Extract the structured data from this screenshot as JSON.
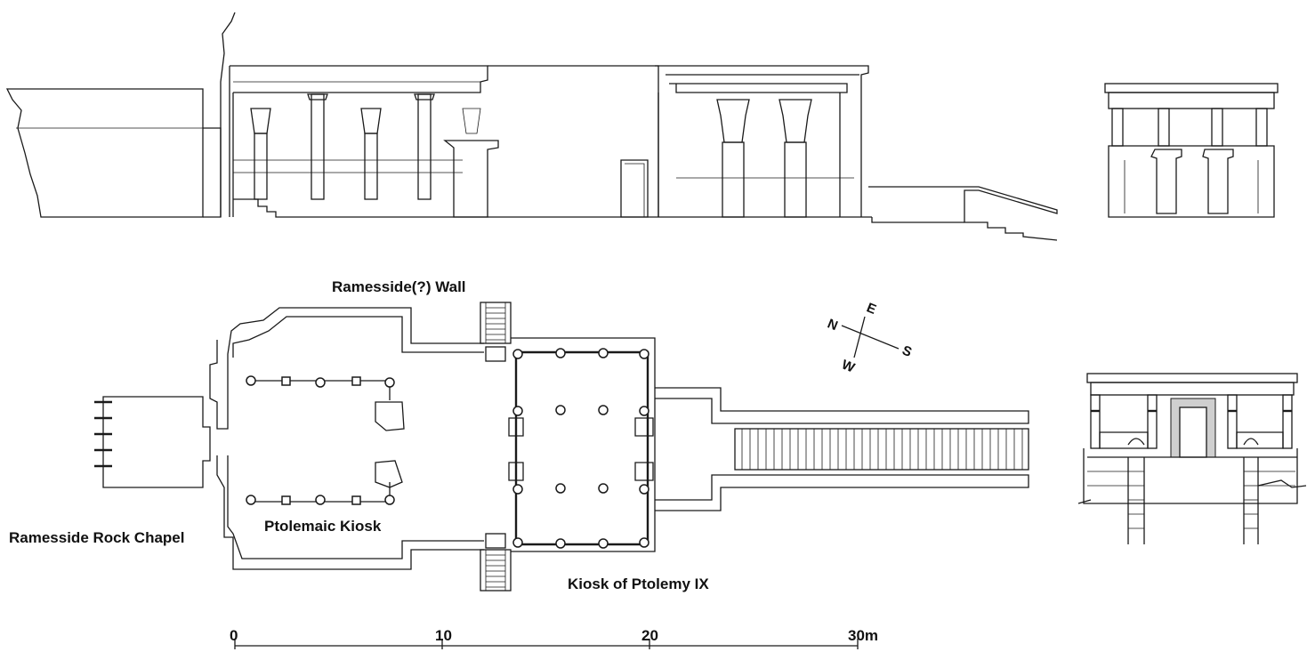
{
  "labels": {
    "wall": "Ramesside(?) Wall",
    "rock_chapel": "Ramesside Rock Chapel",
    "ptolemaic_kiosk": "Ptolemaic Kiosk",
    "kiosk_ptolemy": "Kiosk of Ptolemy IX"
  },
  "compass": {
    "north": "N",
    "east": "E",
    "south": "S",
    "west": "W"
  },
  "scale": {
    "ticks": [
      "0",
      "10",
      "20",
      "30m"
    ]
  }
}
